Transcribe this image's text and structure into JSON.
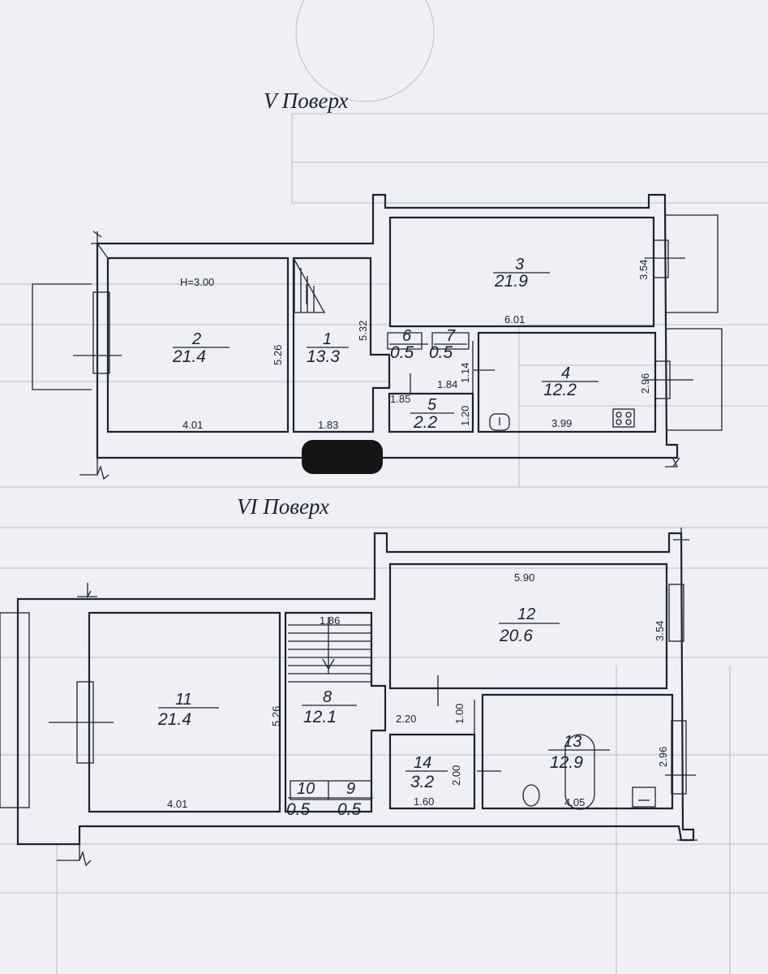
{
  "floors": [
    {
      "title": "V Поверх"
    },
    {
      "title": "VI Поверх"
    }
  ],
  "rooms": {
    "r1": {
      "number": "1",
      "area": "13.3"
    },
    "r2": {
      "number": "2",
      "area": "21.4"
    },
    "r3": {
      "number": "3",
      "area": "21.9"
    },
    "r4": {
      "number": "4",
      "area": "12.2"
    },
    "r5": {
      "number": "5",
      "area": "2.2"
    },
    "r6": {
      "number": "6",
      "area": "0.5"
    },
    "r7": {
      "number": "7",
      "area": "0.5"
    },
    "r8": {
      "number": "8",
      "area": "12.1"
    },
    "r9": {
      "number": "9",
      "area": "0.5"
    },
    "r10": {
      "number": "10",
      "area": "0.5"
    },
    "r11": {
      "number": "11",
      "area": "21.4"
    },
    "r12": {
      "number": "12",
      "area": "20.6"
    },
    "r13": {
      "number": "13",
      "area": "12.9"
    },
    "r14": {
      "number": "14",
      "area": "3.2"
    }
  },
  "ceiling_height": "H=3.00",
  "dimensions": {
    "f5": {
      "r2_width": "4.01",
      "r2_depth": "5.26",
      "r1_depth": "5.32",
      "r1_width": "1.83",
      "r3_width": "6.01",
      "r3_depth": "3.54",
      "r4_width": "3.99",
      "r4_depth": "2.96",
      "corridor": "1.84",
      "r5_width": "1.85",
      "r5_depth": "1.20",
      "wc_depth": "1.14"
    },
    "f6": {
      "r11_width": "4.01",
      "r8_depth": "5.26",
      "stair_width": "1.86",
      "r12_width": "5.90",
      "r12_depth": "3.54",
      "corridor": "2.20",
      "corridor_depth": "1.00",
      "r14_width": "1.60",
      "r14_depth": "2.00",
      "r13_width": "4.05",
      "r13_depth": "2.96"
    }
  }
}
